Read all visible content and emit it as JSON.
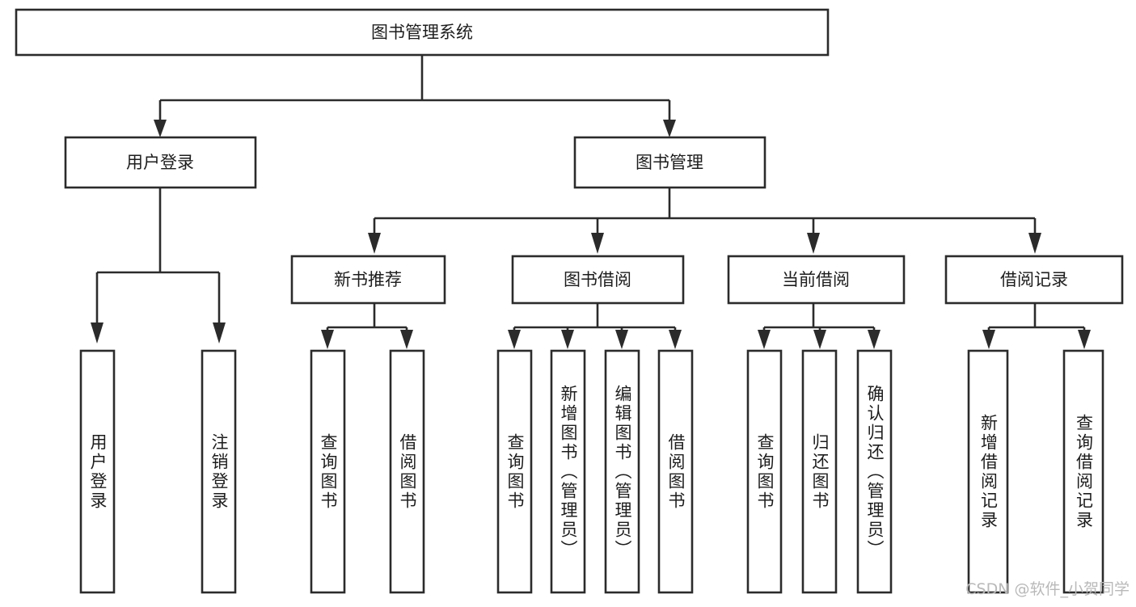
{
  "diagram": {
    "title": "图书管理系统",
    "watermark": "CSDN @软件_小贺同学",
    "style": {
      "box_fill": "#ffffff",
      "box_stroke": "#2b2b2b",
      "text_color": "#1d1d1d",
      "watermark_color": "#b9b9b9",
      "background": "#ffffff"
    },
    "levels": {
      "root": "图书管理系统",
      "level2": [
        "用户登录",
        "图书管理"
      ],
      "level3": [
        "新书推荐",
        "图书借阅",
        "当前借阅",
        "借阅记录"
      ]
    },
    "nodes": {
      "root": {
        "label": "图书管理系统"
      },
      "user_login": {
        "label": "用户登录"
      },
      "book_manage": {
        "label": "图书管理"
      },
      "new_book_rec": {
        "label": "新书推荐"
      },
      "book_borrow": {
        "label": "图书借阅"
      },
      "current_borrow": {
        "label": "当前借阅"
      },
      "borrow_record": {
        "label": "借阅记录"
      }
    },
    "leaves": {
      "user_login_children": [
        {
          "label": "用户登录"
        },
        {
          "label": "注销登录"
        }
      ],
      "new_book_rec_children": [
        {
          "label": "查询图书"
        },
        {
          "label": "借阅图书"
        }
      ],
      "book_borrow_children": [
        {
          "label": "查询图书"
        },
        {
          "label": "新增图书（管理员）"
        },
        {
          "label": "编辑图书（管理员）"
        },
        {
          "label": "借阅图书"
        }
      ],
      "current_borrow_children": [
        {
          "label": "查询图书"
        },
        {
          "label": "归还图书"
        },
        {
          "label": "确认归还（管理员）"
        }
      ],
      "borrow_record_children": [
        {
          "label": "新增借阅记录"
        },
        {
          "label": "查询借阅记录"
        }
      ]
    }
  }
}
